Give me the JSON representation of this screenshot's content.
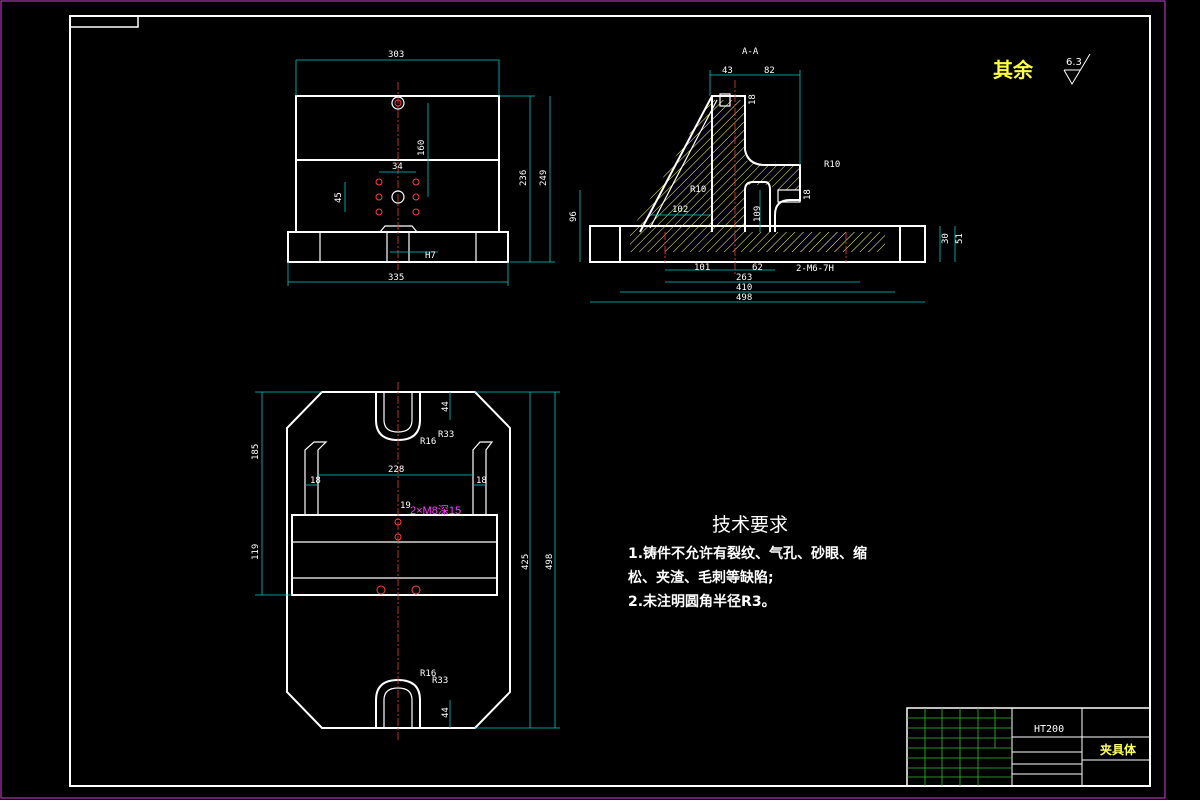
{
  "drawing": {
    "section_label": "A-A",
    "rest_roughness_label": "其余",
    "rest_roughness_value": "6.3",
    "tech_requirements": {
      "title": "技术要求",
      "line1": "1.铸件不允许有裂纹、气孔、砂眼、缩",
      "line2": "松、夹渣、毛刺等缺陷;",
      "line3": "2.未注明圆角半径R3。"
    },
    "title_block": {
      "material": "HT200",
      "part_name": "夹具体"
    }
  },
  "front_view_dims": {
    "top_width": "303",
    "bottom_width": "335",
    "height_inner": "236",
    "height_outer": "249",
    "hole_height": "160",
    "hole_spacing_h": "34",
    "hole_spacing_v": "45",
    "slot_label": "H7"
  },
  "section_view_dims": {
    "d43": "43",
    "d82": "82",
    "d18a": "18",
    "r10a": "R10",
    "r10b": "R10",
    "d18b": "18",
    "d102": "102",
    "d109": "109",
    "d96": "96",
    "d101": "101",
    "d62": "62",
    "d263": "263",
    "d410": "410",
    "d498": "498",
    "d30": "30",
    "d51": "51",
    "thread_label": "2-M6-7H"
  },
  "top_view_dims": {
    "d44a": "44",
    "d44b": "44",
    "r16a": "R16",
    "r33a": "R33",
    "r16b": "R16",
    "r33b": "R33",
    "d185": "185",
    "d228": "228",
    "d18l": "18",
    "d18r": "18",
    "d119": "119",
    "d425": "425",
    "d498": "498",
    "d19": "19",
    "m8_label": "2×M8深15"
  }
}
